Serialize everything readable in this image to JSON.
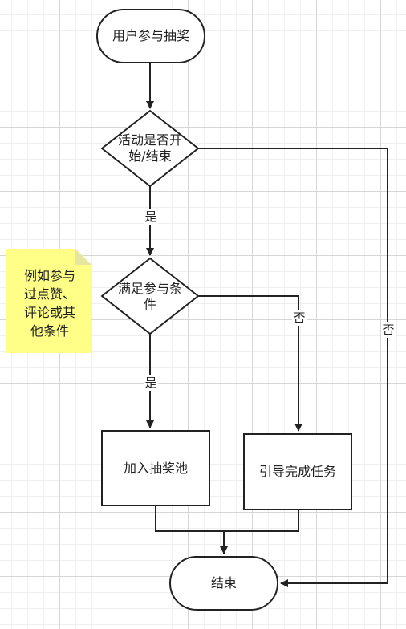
{
  "flowchart": {
    "start": "用户参与抽奖",
    "decision_active_line1": "活动是否开",
    "decision_active_line2": "始/结束",
    "decision_condition_line1": "满足参与条",
    "decision_condition_line2": "件",
    "join_pool": "加入抽奖池",
    "guide_task": "引导完成任务",
    "end": "结束",
    "label_yes_1": "是",
    "label_yes_2": "是",
    "label_no_1": "否",
    "label_no_2": "否"
  },
  "note": {
    "lines": [
      "例如参与",
      "过点赞、",
      "评论或其",
      "他条件"
    ]
  },
  "colors": {
    "stroke": "#222222",
    "note_fill": "#ffff88",
    "note_fold": "#e6e6a0"
  }
}
